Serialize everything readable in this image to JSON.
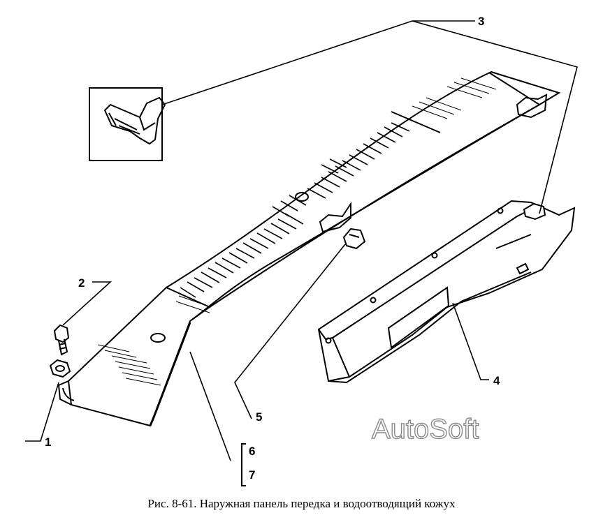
{
  "figure": {
    "caption": "Рис. 8-61. Наружная панель передка и водоотводящий кожух",
    "watermark": "AutoSoft",
    "callouts": {
      "c1": "1",
      "c2": "2",
      "c3": "3",
      "c4": "4",
      "c5": "5",
      "c6": "6",
      "c7": "7"
    }
  },
  "colors": {
    "line": "#000000",
    "background": "#ffffff",
    "watermark_outline": "#8a8a8a"
  }
}
